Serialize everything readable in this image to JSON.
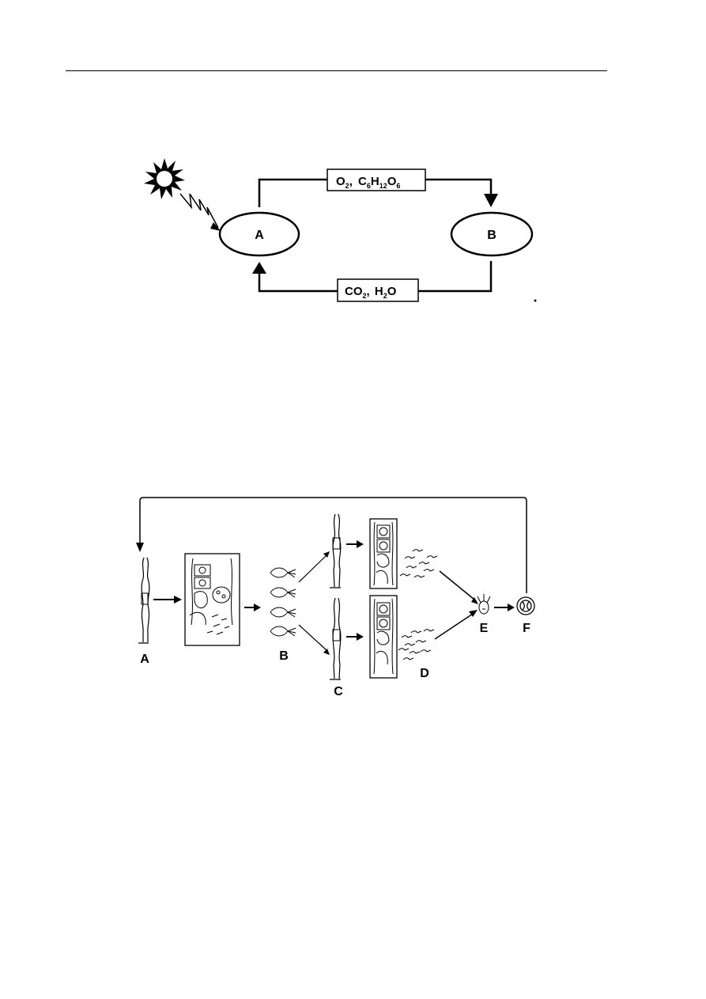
{
  "diagram1": {
    "node_a": "A",
    "node_b": "B",
    "top_box": {
      "o": "O",
      "o_sub": "2",
      "sep": ", ",
      "c": "C",
      "c_sub": "6",
      "h": "H",
      "h_sub": "12",
      "o2": "O",
      "o2_sub": "6"
    },
    "bottom_box": {
      "co": "CO",
      "co_sub": "2",
      "sep": ", ",
      "h": "H",
      "h_sub": "2",
      "o": "O"
    },
    "sun_icon": "sun-icon"
  },
  "diagram2": {
    "labels": {
      "a": "A",
      "b": "B",
      "c": "C",
      "d": "D",
      "e": "E",
      "f": "F"
    }
  }
}
